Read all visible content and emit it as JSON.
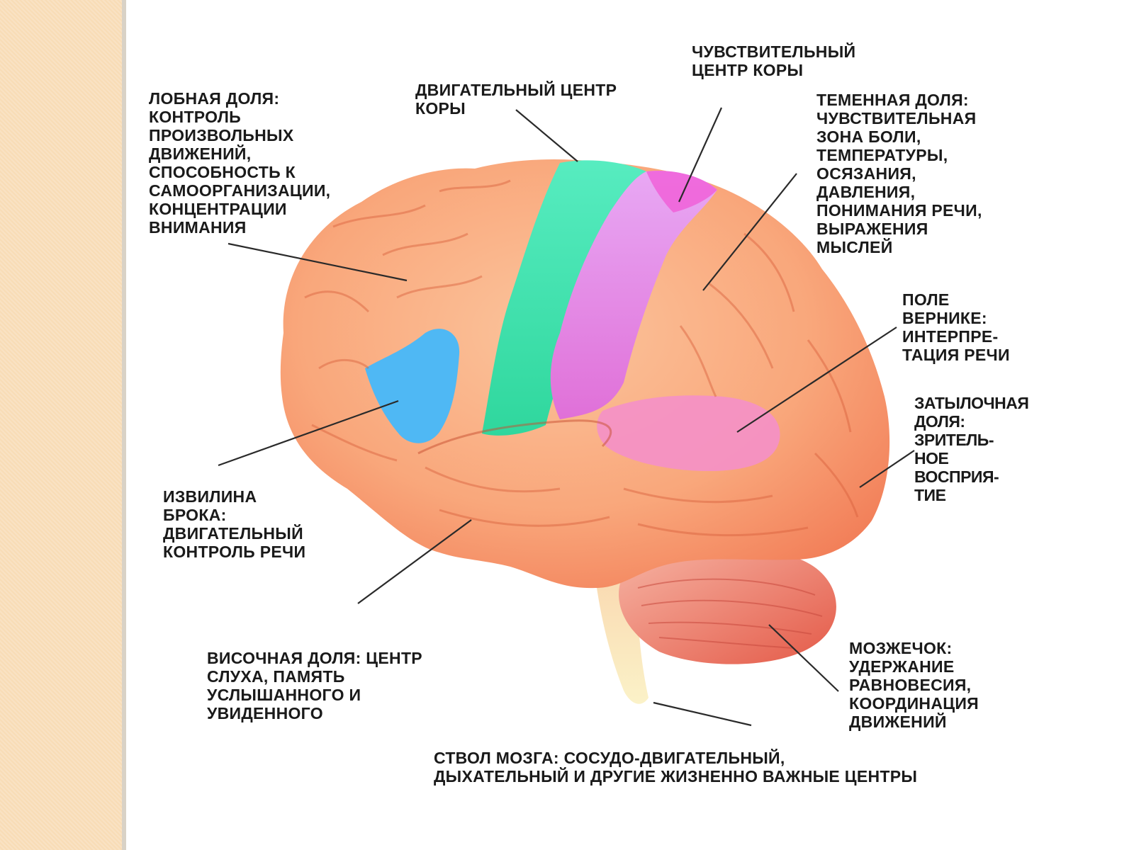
{
  "colors": {
    "background": "#ffffff",
    "side_strip": "#f8dcb6",
    "cortex": "#f9a77b",
    "motor_cortex": "#3fe0b0",
    "sensory_cortex": "#d9a0f0",
    "sensory_top": "#f060d8",
    "broca": "#4fb8f4",
    "wernicke": "#f490c8",
    "cerebellum": "#e86a5c",
    "brainstem": "#f8e8b8",
    "text": "#1a1a1a",
    "leader_line": "#2a2a2a"
  },
  "labels": {
    "frontal": "ЛОБНАЯ ДОЛЯ:\nКОНТРОЛЬ\nПРОИЗВОЛЬНЫХ\nДВИЖЕНИЙ,\nСПОСОБНОСТЬ К\nСАМООРГАНИЗАЦИИ,\nКОНЦЕНТРАЦИИ\nВНИМАНИЯ",
    "motor": "ДВИГАТЕЛЬНЫЙ ЦЕНТР\nКОРЫ",
    "sensory": "ЧУВСТВИТЕЛЬНЫЙ\nЦЕНТР КОРЫ",
    "parietal": "ТЕМЕННАЯ ДОЛЯ:\nЧУВСТВИТЕЛЬНАЯ\nЗОНА БОЛИ,\nТЕМПЕРАТУРЫ,\nОСЯЗАНИЯ,\nДАВЛЕНИЯ,\nПОНИМАНИЯ РЕЧИ,\nВЫРАЖЕНИЯ\nМЫСЛЕЙ",
    "wernicke": "ПОЛЕ\nВЕРНИКЕ:\nИНТЕРПРЕ-\nТАЦИЯ РЕЧИ",
    "occipital": "ЗАТЫЛОЧНАЯ\nДОЛЯ:\nЗРИТЕЛЬ-\nНОЕ\nВОСПРИЯ-\nТИЕ",
    "broca": "ИЗВИЛИНА\nБРОКА:\nДВИГАТЕЛЬНЫЙ\nКОНТРОЛЬ РЕЧИ",
    "temporal": "ВИСОЧНАЯ ДОЛЯ: ЦЕНТР\nСЛУХА, ПАМЯТЬ\nУСЛЫШАННОГО И\nУВИДЕННОГО",
    "cerebellum": "МОЗЖЕЧОК:\nУДЕРЖАНИЕ\nРАВНОВЕСИЯ,\nКООРДИНАЦИЯ\nДВИЖЕНИЙ",
    "brainstem": "СТВОЛ МОЗГА: СОСУДО-ДВИГАТЕЛЬНЫЙ,\nДЫХАТЕЛЬНЫЙ И ДРУГИЕ ЖИЗНЕННО ВАЖНЫЕ ЦЕНТРЫ"
  }
}
